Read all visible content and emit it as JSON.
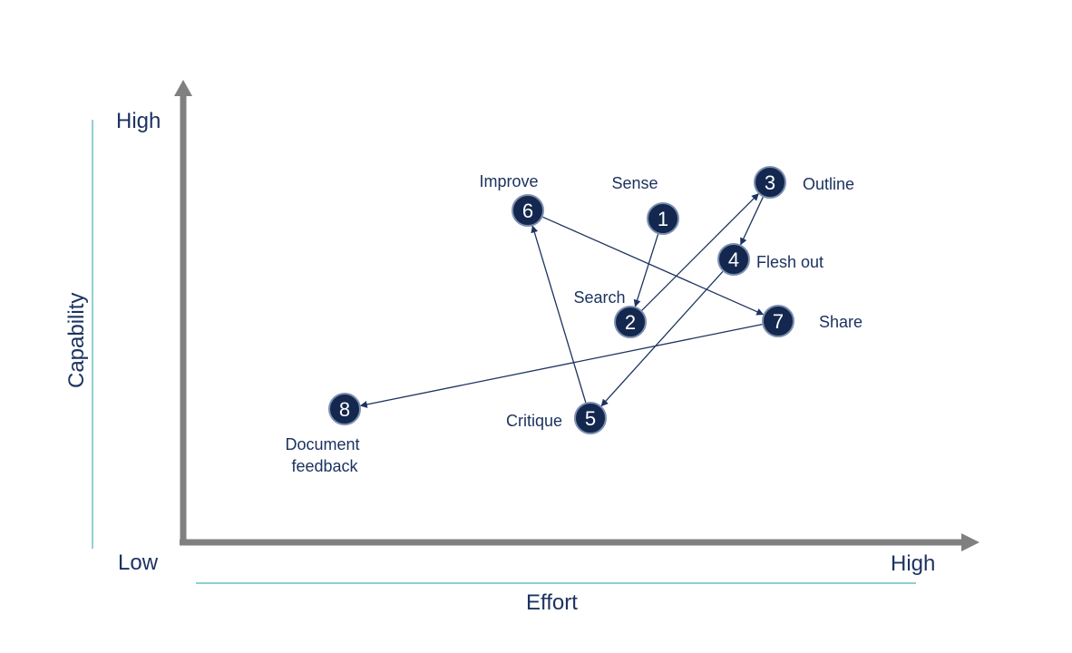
{
  "axes": {
    "x_title": "Effort",
    "y_title": "Capability",
    "x_low_label": "Low",
    "x_high_label": "High",
    "y_high_label": "High"
  },
  "colors": {
    "node_fill": "#14284f",
    "node_stroke": "#7d8fb0",
    "text": "#1c3360",
    "edge": "#1c3360",
    "axis": "#808080",
    "guide": "#45b3b7"
  },
  "nodes": [
    {
      "id": "1",
      "number": "1",
      "label": "Sense"
    },
    {
      "id": "2",
      "number": "2",
      "label": "Search"
    },
    {
      "id": "3",
      "number": "3",
      "label": "Outline"
    },
    {
      "id": "4",
      "number": "4",
      "label": "Flesh out"
    },
    {
      "id": "5",
      "number": "5",
      "label": "Critique"
    },
    {
      "id": "6",
      "number": "6",
      "label": "Improve"
    },
    {
      "id": "7",
      "number": "7",
      "label": "Share"
    },
    {
      "id": "8",
      "number": "8",
      "label": "Document feedback",
      "label_lines": [
        "Document",
        "feedback"
      ]
    }
  ],
  "edges": [
    {
      "from": "1",
      "to": "2"
    },
    {
      "from": "2",
      "to": "3"
    },
    {
      "from": "3",
      "to": "4"
    },
    {
      "from": "4",
      "to": "5"
    },
    {
      "from": "5",
      "to": "6"
    },
    {
      "from": "6",
      "to": "7"
    },
    {
      "from": "7",
      "to": "8"
    }
  ]
}
